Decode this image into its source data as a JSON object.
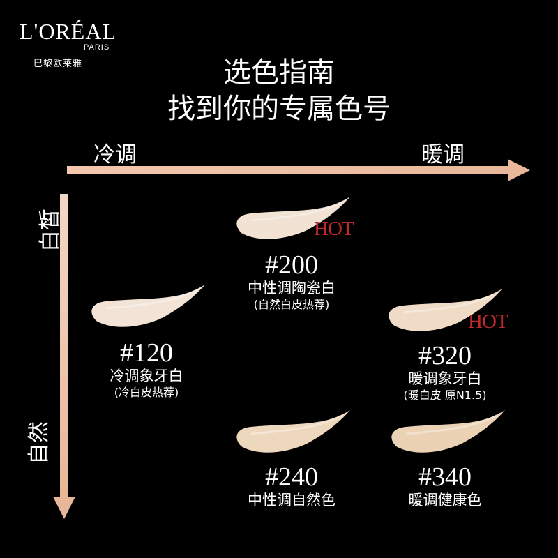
{
  "brand": {
    "logo_text": "L'ORÉAL",
    "sub": "PARIS",
    "cn": "巴黎欧莱雅"
  },
  "title": {
    "line1": "选色指南",
    "line2": "找到你的专属色号"
  },
  "axes": {
    "x_start": "冷调",
    "x_end": "暖调",
    "y_start": "白皙",
    "y_end": "自然"
  },
  "badge": "HOT",
  "shades": [
    {
      "code": "#200",
      "name": "中性调陶瓷白",
      "note": "(自然白皮热荐)",
      "hot": true,
      "color": "#f1e2d4"
    },
    {
      "code": "#120",
      "name": "冷调象牙白",
      "note": "(冷白皮热荐)",
      "hot": false,
      "color": "#f2e3d6"
    },
    {
      "code": "#320",
      "name": "暖调象牙白",
      "note": "(暖白皮 原N1.5)",
      "hot": true,
      "color": "#f0dcc6"
    },
    {
      "code": "#240",
      "name": "中性调自然色",
      "note": "",
      "hot": false,
      "color": "#eed8bd"
    },
    {
      "code": "#340",
      "name": "暖调健康色",
      "note": "",
      "hot": false,
      "color": "#ecd2b4"
    }
  ],
  "colors": {
    "arrow": "#f0c2a4",
    "hot": "#c1272d",
    "background": "#000000"
  }
}
